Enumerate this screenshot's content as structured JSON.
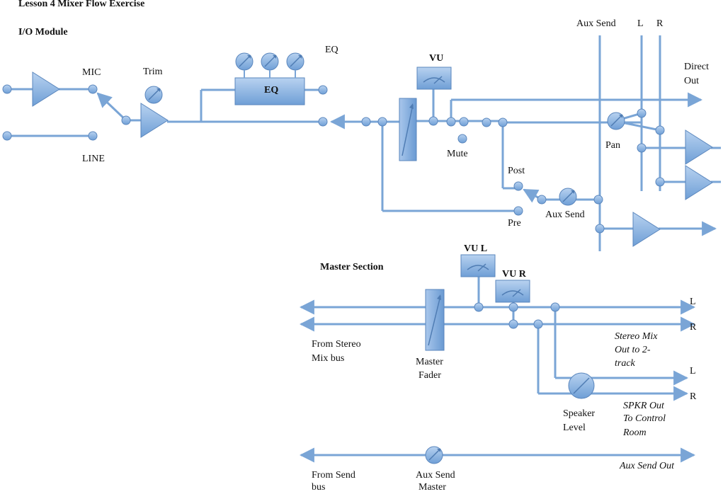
{
  "title": "Lesson 4 Mixer Flow Exercise",
  "io_module": {
    "heading": "I/O Module",
    "mic": "MIC",
    "line": "LINE",
    "trim": "Trim",
    "eq_block": "EQ",
    "eq_knobs": "EQ",
    "vu": "VU",
    "mute": "Mute",
    "post": "Post",
    "pre": "Pre",
    "aux_send_knob": "Aux Send",
    "aux_send_bus": "Aux Send",
    "bus_l": "L",
    "bus_r": "R",
    "pan": "Pan",
    "direct_out_1": "Direct",
    "direct_out_2": "Out"
  },
  "master_section": {
    "heading": "Master Section",
    "vu_l": "VU L",
    "vu_r": "VU R",
    "from_stereo_1": "From Stereo",
    "from_stereo_2": "Mix bus",
    "master_fader_1": "Master",
    "master_fader_2": "Fader",
    "out_l1": "L",
    "out_r1": "R",
    "stereo_mix_1": "Stereo Mix",
    "stereo_mix_2": "Out to 2-",
    "stereo_mix_3": "track",
    "out_l2": "L",
    "out_r2": "R",
    "speaker_1": "Speaker",
    "speaker_2": "Level",
    "spkr_1": "SPKR Out",
    "spkr_2": "To Control",
    "spkr_3": "Room",
    "from_send_1": "From Send",
    "from_send_2": "bus",
    "aux_master_1": "Aux Send",
    "aux_master_2": "Master",
    "aux_send_out": "Aux Send Out"
  },
  "colors": {
    "line": "#7aa5d6",
    "fill": "#8fb6e4",
    "fill_dark": "#5f8fc8",
    "stroke": "#5a86bd"
  }
}
